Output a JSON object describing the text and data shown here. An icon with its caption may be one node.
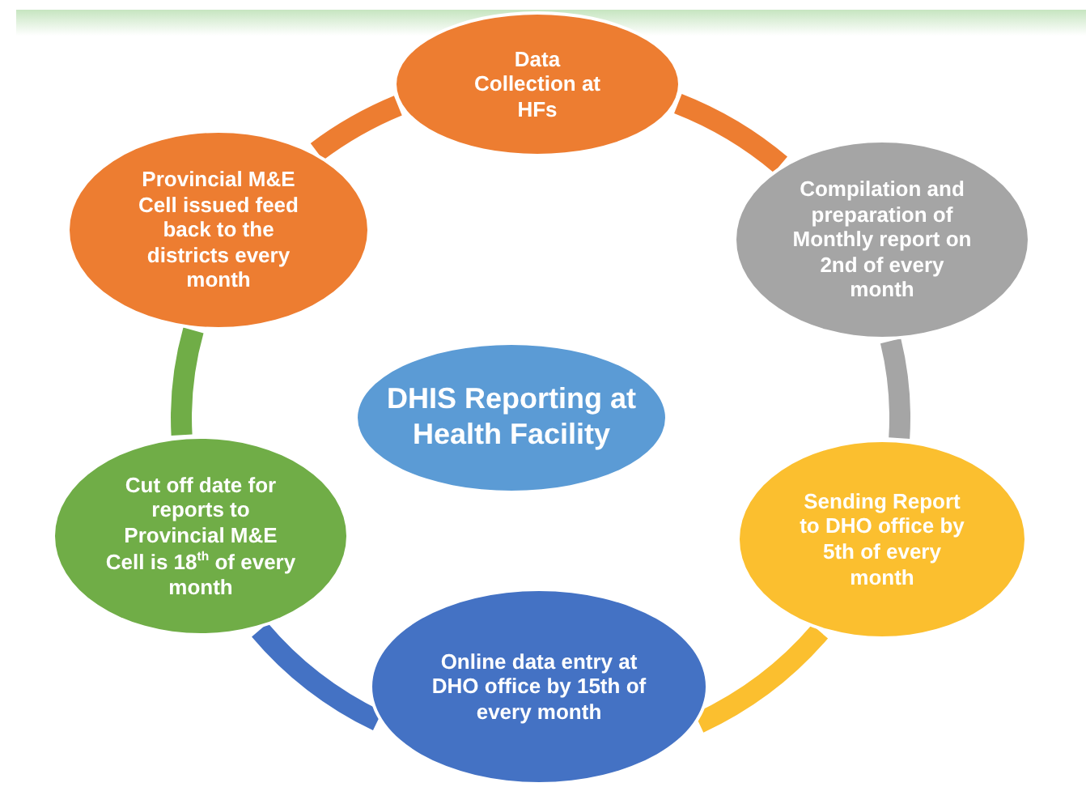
{
  "diagram": {
    "nodes": [
      {
        "text": [
          "DHIS Reporting at Health Facility"
        ]
      },
      {
        "text": [
          "Data  Collection at HFs"
        ]
      },
      {
        "text": [
          "Compilation and preparation of Monthly report on 2nd of every month"
        ]
      },
      {
        "text": [
          "Sending Report to DHO office by 5th of every month"
        ]
      },
      {
        "text": [
          "Online data entry at DHO office  by 15th of every month"
        ]
      },
      {
        "text": [
          "Cut off date for reports to Provincial  M&E Cell is 18$^{th}$ of every month"
        ]
      },
      {
        "text": [
          "Provincial M&E Cell issued feed back to the districts every month"
        ]
      }
    ],
    "edges": [
      {
        "from": 1,
        "to": 2,
        "arrow": "none",
        "color": "#ed7d31"
      },
      {
        "from": 2,
        "to": 3,
        "arrow": "none",
        "color": "#a5a5a5"
      },
      {
        "from": 3,
        "to": 4,
        "arrow": "none",
        "color": "#fbbf2f"
      },
      {
        "from": 4,
        "to": 5,
        "arrow": "none",
        "color": "#4472c4"
      },
      {
        "from": 5,
        "to": 6,
        "arrow": "none",
        "color": "#70ad47"
      },
      {
        "from": 6,
        "to": 1,
        "arrow": "none",
        "color": "#ed7d31"
      }
    ]
  }
}
